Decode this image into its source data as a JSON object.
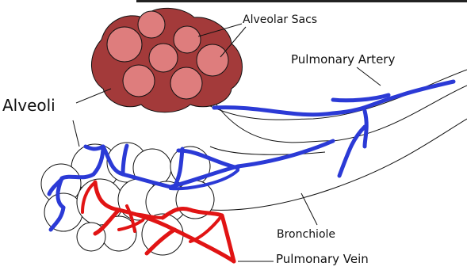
{
  "labels": {
    "alveolar_sacs": "Alveolar Sacs",
    "pulmonary_artery": "Pulmonary Artery",
    "alveoli": "Alveoli",
    "bronchiole": "Bronchiole",
    "pulmonary_vein": "Pulmonary Vein"
  },
  "colors": {
    "sac_outer": "#a33a3a",
    "sac_inner": "#de7d7d",
    "artery": "#2b3ad6",
    "vein": "#e11414",
    "alveolus_fill": "#ffffff",
    "outline": "#111111",
    "top_border": "#222222"
  }
}
